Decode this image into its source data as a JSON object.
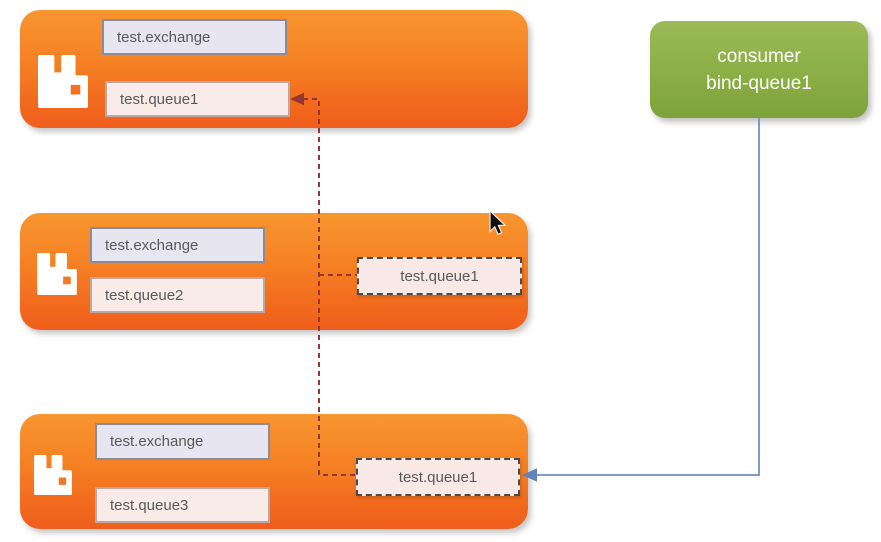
{
  "diagram": {
    "brokers": [
      {
        "exchange": "test.exchange",
        "queue": "test.queue1"
      },
      {
        "exchange": "test.exchange",
        "queue": "test.queue2",
        "mirrored_queue": "test.queue1"
      },
      {
        "exchange": "test.exchange",
        "queue": "test.queue3",
        "mirrored_queue": "test.queue1"
      }
    ],
    "consumer": {
      "line1": "consumer",
      "line2": "bind-queue1"
    },
    "colors": {
      "broker_orange_top": "#f8962f",
      "broker_orange_bottom": "#ef5e1c",
      "consumer_green": "#8bae45",
      "binding_line_red": "#943634",
      "consumer_line_blue": "#7f9ac9",
      "exchange_fill": "#e7e6f0",
      "queue_fill": "#f9ebe7",
      "label_text": "#595959"
    }
  }
}
